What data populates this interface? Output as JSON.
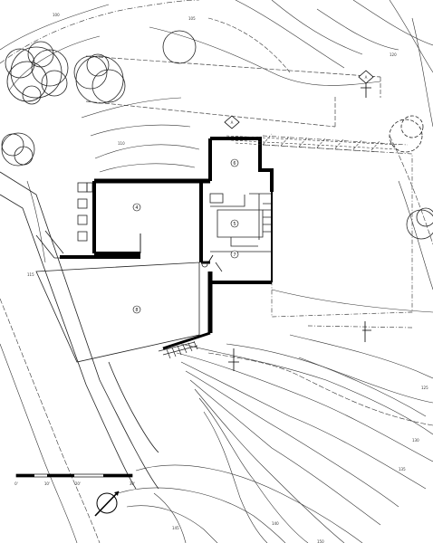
{
  "rooms": [
    "6",
    "4",
    "5",
    "7",
    "8"
  ],
  "scale_bar": {
    "ticks": [
      "0'",
      "10'",
      "20'",
      "30'"
    ]
  },
  "north_arrow": {
    "icon": "north-arrow-icon"
  },
  "section_markers": [
    "A",
    "A"
  ],
  "contour_labels": [
    "100",
    "105",
    "110",
    "115",
    "120",
    "125",
    "130",
    "135",
    "140",
    "145",
    "150"
  ]
}
